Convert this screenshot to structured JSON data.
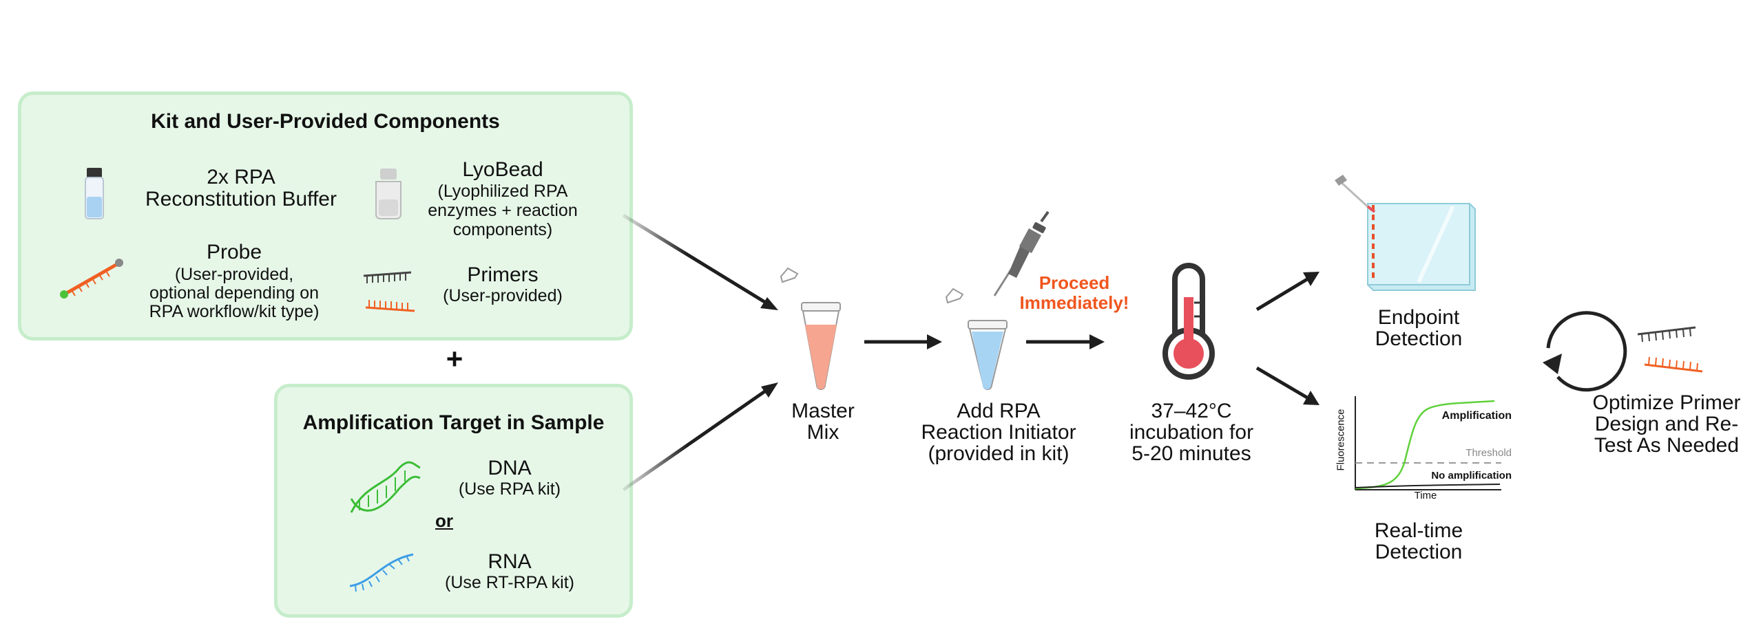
{
  "kit_box": {
    "title": "Kit and User-Provided Components",
    "buffer": {
      "line1": "2x RPA",
      "line2": "Reconstitution Buffer"
    },
    "lyobead": {
      "name": "LyoBead",
      "d1": "(Lyophilized RPA",
      "d2": "enzymes + reaction",
      "d3": "components)"
    },
    "probe": {
      "name": "Probe",
      "d1": "(User-provided,",
      "d2": "optional depending on",
      "d3": "RPA workflow/kit type)"
    },
    "primers": {
      "name": "Primers",
      "d1": "(User-provided)"
    }
  },
  "plus": "+",
  "target_box": {
    "title": "Amplification Target in Sample",
    "dna": {
      "name": "DNA",
      "d1": "(Use RPA kit)"
    },
    "or": "or",
    "rna": {
      "name": "RNA",
      "d1": "(Use RT-RPA kit)"
    }
  },
  "steps": {
    "master_mix": {
      "l1": "Master",
      "l2": "Mix"
    },
    "add_initiator": {
      "l1": "Add RPA",
      "l2": "Reaction Initiator",
      "l3": "(provided in kit)"
    },
    "proceed": {
      "l1": "Proceed",
      "l2": "Immediately!"
    },
    "incubation": {
      "l1": "37–42°C",
      "l2": "incubation for",
      "l3": "5-20 minutes"
    },
    "endpoint": {
      "l1": "Endpoint",
      "l2": "Detection"
    },
    "realtime": {
      "l1": "Real-time",
      "l2": "Detection"
    },
    "optimize": {
      "l1": "Optimize Primer",
      "l2": "Design and Re-",
      "l3": "Test As Needed"
    }
  },
  "plot": {
    "ylabel": "Fluorescence",
    "xlabel": "Time",
    "amplification": "Amplification",
    "threshold": "Threshold",
    "no_amplification": "No amplification"
  },
  "colors": {
    "box_fill": "#e6f7e8",
    "box_border": "#c6edcb",
    "accent_orange": "#f0561e",
    "arrow": "#1e1e1e",
    "curve_green": "#5fd13a"
  }
}
